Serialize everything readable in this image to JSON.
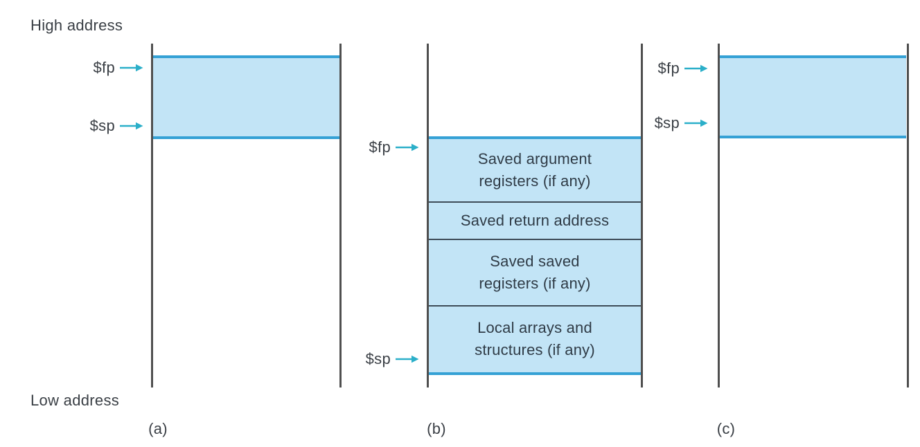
{
  "figure": {
    "high_address_label": "High address",
    "low_address_label": "Low address",
    "fp_label": "$fp",
    "sp_label": "$sp",
    "captions": {
      "a": "(a)",
      "b": "(b)",
      "c": "(c)"
    },
    "stack_b_sections": [
      {
        "line1": "Saved argument",
        "line2": "registers (if any)"
      },
      {
        "line1": "Saved return address",
        "line2": ""
      },
      {
        "line1": "Saved saved",
        "line2": "registers (if any)"
      },
      {
        "line1": "Local arrays and",
        "line2": "structures (if any)"
      }
    ],
    "colors": {
      "frame_fill": "#c2e4f6",
      "frame_edge": "#35a1d5",
      "section_divider": "#3d4b57",
      "rail": "#4f4f4f",
      "arrow": "#2bafc9",
      "text": "#3a3f45"
    }
  }
}
